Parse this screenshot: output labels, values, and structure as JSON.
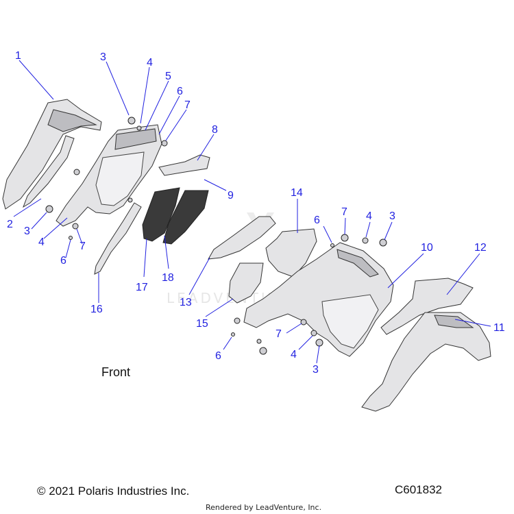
{
  "diagram": {
    "callouts": [
      "1",
      "2",
      "3",
      "4",
      "5",
      "6",
      "7",
      "8",
      "9",
      "3",
      "4",
      "7",
      "6",
      "17",
      "18",
      "16",
      "13",
      "14",
      "15",
      "6",
      "7",
      "4",
      "3",
      "10",
      "12",
      "11",
      "7",
      "4",
      "3",
      "6"
    ],
    "front_label": "Front",
    "copyright": "© 2021 Polaris Industries Inc.",
    "part_code": "C601832",
    "rendered_by": "Rendered by LeadVenture, Inc.",
    "watermark": "LEADVENTURE",
    "callout_color": "#1f1fe0"
  }
}
